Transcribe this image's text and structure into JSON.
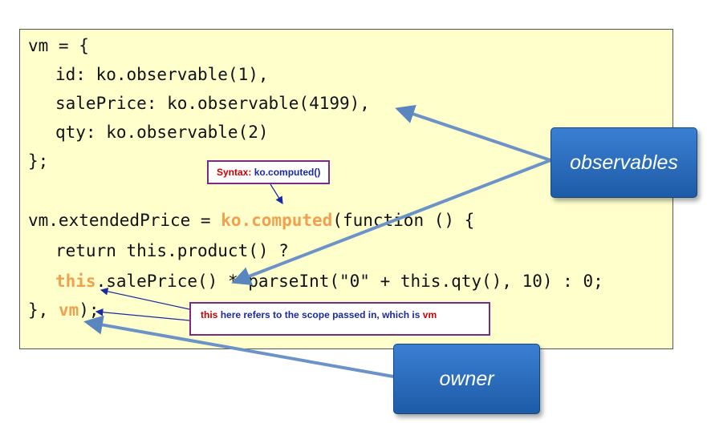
{
  "code": {
    "line1": "vm = {",
    "line2": "id: ko.observable(1),",
    "line3": "salePrice: ko.observable(4199),",
    "line4": "qty: ko.observable(2)",
    "line5": "};",
    "line7_pre": "vm.extendedPrice = ",
    "line7_kw": "ko.computed",
    "line7_post": "(function () {",
    "line8": "return this.product() ?",
    "line9_kw": "this",
    "line9_post": ".salePrice() * parseInt(\"0\" + this.qty(), 10) : 0;",
    "line10_pre": "}, ",
    "line10_kw": "vm",
    "line10_post": ");"
  },
  "syntax_callout": {
    "prefix": "Syntax:",
    "value": "ko.computed()"
  },
  "this_callout": {
    "w1": "this",
    "mid": "here refers to the scope passed in, which is",
    "w2": "vm"
  },
  "labels": {
    "observables": "observables",
    "owner": "owner"
  },
  "colors": {
    "panel_bg": "#ffffcc",
    "keyword": "#f0a050",
    "label_box": "#2a6cc0",
    "callout_border": "#7a2a8a"
  }
}
